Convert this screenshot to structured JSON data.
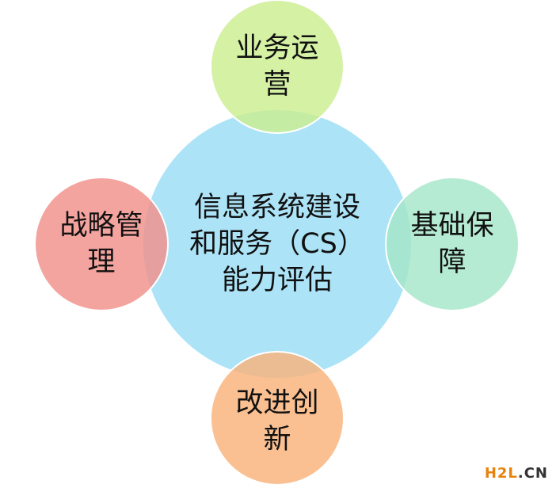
{
  "diagram": {
    "center": {
      "text": "信息系统建设\n和服务（CS）\n能力评估",
      "color": "#a8e2f7"
    },
    "nodes": [
      {
        "id": "top",
        "text": "业务运\n营",
        "color": "#cbee90"
      },
      {
        "id": "left",
        "text": "战略管\n理",
        "color": "#f0908a"
      },
      {
        "id": "right",
        "text": "基础保\n障",
        "color": "#a5e6c8"
      },
      {
        "id": "bottom",
        "text": "改进创\n新",
        "color": "#f9b27a"
      }
    ]
  },
  "watermark": {
    "main": "H2L",
    "suffix": ".CN",
    "main_color": "#e8820c",
    "suffix_color": "#333333"
  }
}
